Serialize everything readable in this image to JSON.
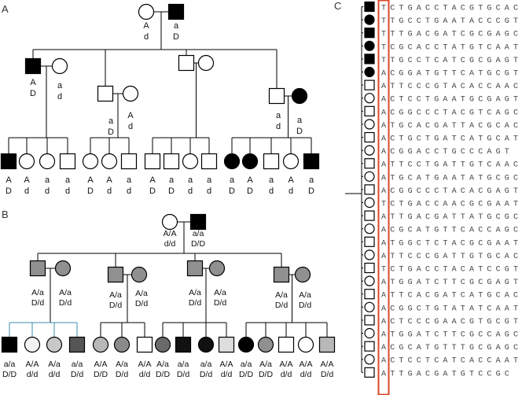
{
  "panels": {
    "a": {
      "label": "A",
      "founders": [
        {
          "sex": "F",
          "affected": false,
          "g": [
            "A",
            "d"
          ]
        },
        {
          "sex": "M",
          "affected": true,
          "g": [
            "a",
            "D"
          ]
        }
      ],
      "families": [
        {
          "spouse_left": {
            "sex": "M",
            "affected": true,
            "g": [
              "A",
              "D"
            ]
          },
          "spouse_right": {
            "sex": "F",
            "affected": false,
            "g": [
              "a",
              "d"
            ]
          },
          "children": [
            {
              "sex": "M",
              "affected": true,
              "g": [
                "A",
                "D"
              ]
            },
            {
              "sex": "F",
              "affected": false,
              "g": [
                "A",
                "d"
              ]
            },
            {
              "sex": "F",
              "affected": false,
              "g": [
                "a",
                "d"
              ]
            },
            {
              "sex": "M",
              "affected": false,
              "g": [
                "a",
                "d"
              ]
            }
          ]
        },
        {
          "spouse_left": {
            "sex": "M",
            "affected": false,
            "g": [
              "a",
              "D"
            ]
          },
          "spouse_right": {
            "sex": "F",
            "affected": false,
            "g": [
              "A",
              "d"
            ]
          },
          "children": [
            {
              "sex": "F",
              "affected": false,
              "g": [
                "A",
                "D"
              ]
            },
            {
              "sex": "F",
              "affected": false,
              "g": [
                "A",
                "d"
              ]
            },
            {
              "sex": "M",
              "affected": false,
              "g": [
                "a",
                "d"
              ]
            }
          ]
        },
        {
          "spouse_left": {
            "sex": "M",
            "affected": false,
            "g": []
          },
          "spouse_right": {
            "sex": "F",
            "affected": false,
            "g": []
          },
          "children": [
            {
              "sex": "M",
              "affected": false,
              "g": [
                "A",
                "D"
              ]
            },
            {
              "sex": "M",
              "affected": false,
              "g": [
                "a",
                "D"
              ]
            },
            {
              "sex": "F",
              "affected": false,
              "g": [
                "a",
                "d"
              ]
            },
            {
              "sex": "M",
              "affected": false,
              "g": [
                "a",
                "d"
              ]
            }
          ]
        },
        {
          "spouse_left": {
            "sex": "M",
            "affected": false,
            "g": [
              "a",
              "d"
            ]
          },
          "spouse_right": {
            "sex": "F",
            "affected": true,
            "g": [
              "a",
              "D"
            ]
          },
          "children": [
            {
              "sex": "F",
              "affected": true,
              "g": [
                "a",
                "D"
              ]
            },
            {
              "sex": "F",
              "affected": true,
              "g": [
                "A",
                "D"
              ]
            },
            {
              "sex": "M",
              "affected": false,
              "g": [
                "a",
                "d"
              ]
            },
            {
              "sex": "F",
              "affected": false,
              "g": [
                "A",
                "d"
              ]
            },
            {
              "sex": "M",
              "affected": true,
              "g": [
                "a",
                "D"
              ]
            }
          ]
        }
      ]
    },
    "b": {
      "label": "B",
      "founders": [
        {
          "sex": "F",
          "fill": "#ffffff",
          "g": [
            "A/A",
            "d/d"
          ]
        },
        {
          "sex": "M",
          "fill": "#000000",
          "g": [
            "a/a",
            "D/D"
          ]
        }
      ],
      "families": [
        {
          "spouse_left": {
            "sex": "M",
            "fill": "#909090",
            "g": [
              "A/a",
              "D/d"
            ]
          },
          "spouse_right": {
            "sex": "F",
            "fill": "#909090",
            "g": [
              "A/a",
              "D/d"
            ]
          },
          "link_color": "#3f8faf",
          "children": [
            {
              "sex": "M",
              "fill": "#000000",
              "g": [
                "a/a",
                "D/D"
              ]
            },
            {
              "sex": "F",
              "fill": "#f3f3f3",
              "g": [
                "A/A",
                "d/d"
              ]
            },
            {
              "sex": "F",
              "fill": "#c8c8c8",
              "g": [
                "A/a",
                "d/d"
              ]
            },
            {
              "sex": "M",
              "fill": "#555555",
              "g": [
                "a/a",
                "D/d"
              ]
            }
          ]
        },
        {
          "spouse_left": {
            "sex": "M",
            "fill": "#909090",
            "g": [
              "A/a",
              "D/d"
            ]
          },
          "spouse_right": {
            "sex": "F",
            "fill": "#909090",
            "g": [
              "A/a",
              "D/d"
            ]
          },
          "link_color": "#000000",
          "children": [
            {
              "sex": "F",
              "fill": "#b8b8b8",
              "g": [
                "A/A",
                "D/D"
              ]
            },
            {
              "sex": "F",
              "fill": "#8a8a8a",
              "g": [
                "A/a",
                "D/d"
              ]
            },
            {
              "sex": "M",
              "fill": "#ffffff",
              "g": [
                "A/A",
                "d/d"
              ]
            }
          ]
        },
        {
          "spouse_left": {
            "sex": "M",
            "fill": "#909090",
            "g": [
              "A/a",
              "D/d"
            ]
          },
          "spouse_right": {
            "sex": "F",
            "fill": "#909090",
            "g": [
              "A/a",
              "D/d"
            ]
          },
          "link_color": "#000000",
          "children": [
            {
              "sex": "F",
              "fill": "#6a6a6a",
              "g": [
                "A/a",
                "D/D"
              ]
            },
            {
              "sex": "M",
              "fill": "#111111",
              "g": [
                "a/a",
                "D/d"
              ]
            },
            {
              "sex": "F",
              "fill": "#111111",
              "g": [
                "a/a",
                "D/d"
              ]
            },
            {
              "sex": "M",
              "fill": "#dedede",
              "g": [
                "A/A",
                "d/d"
              ]
            }
          ]
        },
        {
          "spouse_left": {
            "sex": "M",
            "fill": "#909090",
            "g": [
              "A/a",
              "D/d"
            ]
          },
          "spouse_right": {
            "sex": "F",
            "fill": "#909090",
            "g": [
              "A/a",
              "D/d"
            ]
          },
          "link_color": "#000000",
          "children": [
            {
              "sex": "F",
              "fill": "#000000",
              "g": [
                "a/a",
                "D/D"
              ]
            },
            {
              "sex": "F",
              "fill": "#909090",
              "g": [
                "A/a",
                "D/D"
              ]
            },
            {
              "sex": "M",
              "fill": "#ffffff",
              "g": [
                "A/A",
                "d/d"
              ]
            },
            {
              "sex": "F",
              "fill": "#ffffff",
              "g": [
                "A/A",
                "d/d"
              ]
            },
            {
              "sex": "M",
              "fill": "#b8b8b8",
              "g": [
                "A/A",
                "D/d"
              ]
            }
          ]
        }
      ]
    },
    "c": {
      "label": "C",
      "highlight_color": "#d9482b",
      "rows": [
        {
          "sex": "M",
          "affected": true,
          "seq": "TCTGACCTACGTGCAC"
        },
        {
          "sex": "F",
          "affected": true,
          "seq": "TTGCCTGAATACCCGT"
        },
        {
          "sex": "M",
          "affected": true,
          "seq": "TTTGACGATCGCGAGC"
        },
        {
          "sex": "F",
          "affected": true,
          "seq": "TCGCACCTATGTCAAT"
        },
        {
          "sex": "M",
          "affected": true,
          "seq": "TTGCCTCATCGCGAGT"
        },
        {
          "sex": "F",
          "affected": true,
          "seq": "ACGGATGTTCATGCGT"
        },
        {
          "sex": "M",
          "affected": false,
          "seq": "ATTCCCGTACACCAAC"
        },
        {
          "sex": "F",
          "affected": false,
          "seq": "ACTCCTGAATGCGAGT"
        },
        {
          "sex": "M",
          "affected": false,
          "seq": "ACGGCCCTACGTCAGC"
        },
        {
          "sex": "F",
          "affected": false,
          "seq": "ATGCACGATTACGCAC"
        },
        {
          "sex": "M",
          "affected": false,
          "seq": "ACTGCTGATCATGCAT"
        },
        {
          "sex": "F",
          "affected": false,
          "seq": "ACGGACCTGCCCAGT"
        },
        {
          "sex": "M",
          "affected": false,
          "seq": "ATTCCTGATTGTCAAC"
        },
        {
          "sex": "F",
          "affected": false,
          "seq": "ATGCATGAATATGCGC"
        },
        {
          "sex": "M",
          "affected": false,
          "seq": "ACGGCCCTACACGAGT"
        },
        {
          "sex": "F",
          "affected": false,
          "seq": "TCTGACCAACGCGAAT"
        },
        {
          "sex": "M",
          "affected": false,
          "seq": "ATTGACGATTATGCGC"
        },
        {
          "sex": "F",
          "affected": false,
          "seq": "ACGCATGTTCACCAGC"
        },
        {
          "sex": "M",
          "affected": false,
          "seq": "ATGGCTCTACGCGAAT"
        },
        {
          "sex": "F",
          "affected": false,
          "seq": "ATTCCCGATTGTGCAC"
        },
        {
          "sex": "M",
          "affected": false,
          "seq": "TCTGACCTACATCCGT"
        },
        {
          "sex": "F",
          "affected": false,
          "seq": "ATGGATCTTCGCGAGT"
        },
        {
          "sex": "M",
          "affected": false,
          "seq": "ATTCACGATCATGCAC"
        },
        {
          "sex": "F",
          "affected": false,
          "seq": "ACGGCTGTATATCAAT"
        },
        {
          "sex": "M",
          "affected": false,
          "seq": "ACTCCCGAACGTGCGT"
        },
        {
          "sex": "F",
          "affected": false,
          "seq": "ATGGATCTTCGCCAGC"
        },
        {
          "sex": "M",
          "affected": false,
          "seq": "ACGCATGTTTGCGAGC"
        },
        {
          "sex": "F",
          "affected": false,
          "seq": "ACTCCTCATCACCAAT"
        },
        {
          "sex": "M",
          "affected": false,
          "seq": "ATTGACGATGTCCGC"
        }
      ]
    }
  }
}
